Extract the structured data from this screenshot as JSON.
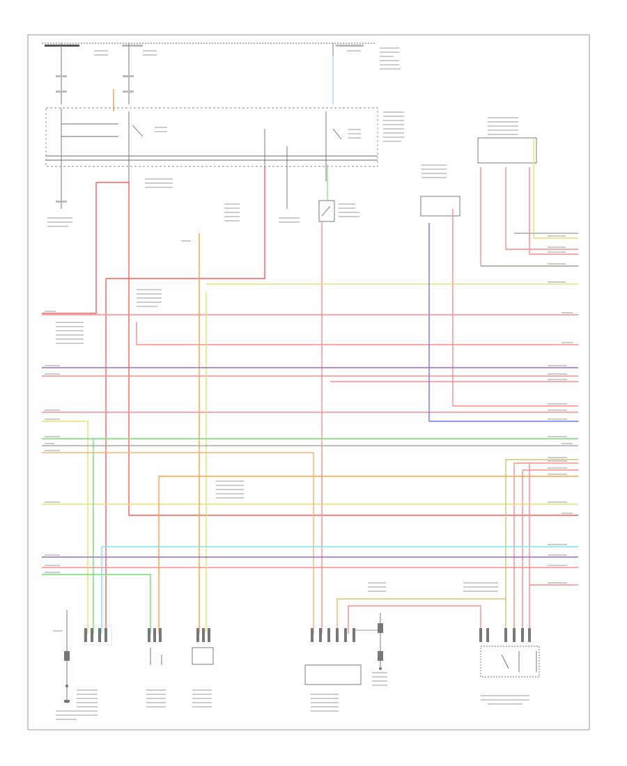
{
  "figure_code": "",
  "colors": {
    "red": "#ff5a5a",
    "pink": "#ff9a9a",
    "orange": "#ffa040",
    "yellow": "#e8e070",
    "green": "#70e070",
    "blue": "#7070ff",
    "purple": "#9a6ad0",
    "cyan": "#70e8e8",
    "tan": "#d8c070",
    "gray": "#6b6b6b"
  },
  "components": [
    {
      "id": "pcm",
      "name": "powertrain-control-module",
      "icon": "module-box-icon"
    },
    {
      "id": "engine-temp-sensor",
      "name": "engine-coolant-temperature-sensor",
      "icon": "sensor-icon"
    },
    {
      "id": "hot-at-all-times-relay",
      "name": "pcm-power-relay",
      "icon": "relay-icon"
    },
    {
      "id": "fuel-pump-relay",
      "name": "fuel-pump-relay",
      "icon": "relay-icon"
    },
    {
      "id": "inertia-switch",
      "name": "inertia-fuel-shutoff-switch",
      "icon": "switch-icon"
    },
    {
      "id": "vss",
      "name": "vehicle-speed-sensor",
      "icon": "sensor-icon"
    },
    {
      "id": "tp-sensor",
      "name": "throttle-position-sensor",
      "icon": "sensor-icon"
    },
    {
      "id": "ckp-sensor",
      "name": "crankshaft-position-sensor",
      "icon": "sensor-icon"
    },
    {
      "id": "fuel-pump-module",
      "name": "fuel-pump-module",
      "icon": "module-box-icon"
    },
    {
      "id": "fuel-tank-sensor",
      "name": "fuel-tank-pressure-sensor",
      "icon": "sensor-icon"
    },
    {
      "id": "ground",
      "name": "ground",
      "icon": "ground-icon"
    }
  ]
}
